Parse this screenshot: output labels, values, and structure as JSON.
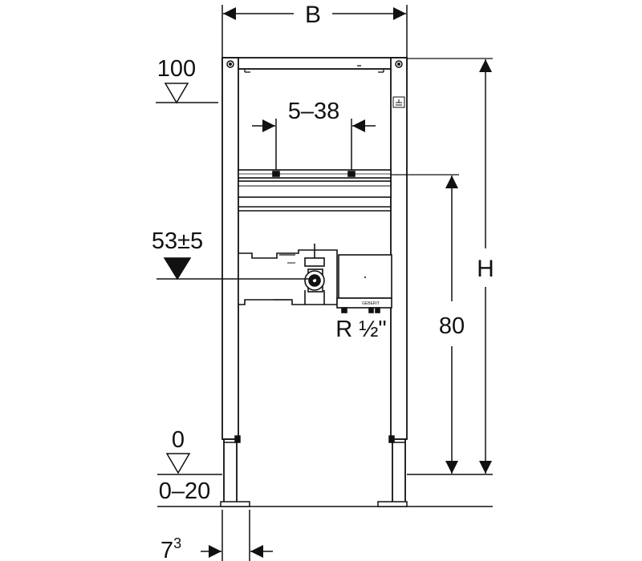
{
  "dimensions": {
    "width_label": "B",
    "height_label": "H",
    "top_level": "100",
    "spacing_label": "5–38",
    "outlet_level": "53±5",
    "connection_label": "R ½\"",
    "frame_height": "80",
    "floor_level": "0",
    "floor_range": "0–20",
    "foot_offset_base": "7",
    "foot_offset_sup": "3"
  },
  "brand_mark": "GEBERIT"
}
